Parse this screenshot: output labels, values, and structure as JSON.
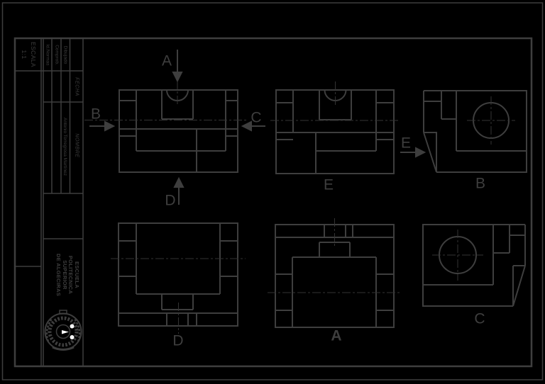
{
  "colors": {
    "background": "#000000",
    "line": "#3e3e3e",
    "centerline": "#333333",
    "highlight": "#ffffff"
  },
  "title_block": {
    "scale_label": "ESCALA",
    "scale_value": "1:1",
    "row_labels": [
      "Dibujado",
      "Comprob.",
      "Id.Normas"
    ],
    "fecha_header": "FECHA",
    "nombre_header": "NOMBRE",
    "author_name": "Antonio Torregrosa Martínez",
    "school_line1": "ESCUELA",
    "school_line2": "POLITECNICA",
    "school_line3": "SUPERIOR",
    "school_line4": "DE ALGECIRAS"
  },
  "direction_arrows": {
    "a": "A",
    "b": "B",
    "c": "C",
    "d": "D",
    "e": "E"
  },
  "view_labels": {
    "rear": "E",
    "side_right": "B",
    "bottom": "D",
    "top": "A",
    "side_left": "C"
  }
}
